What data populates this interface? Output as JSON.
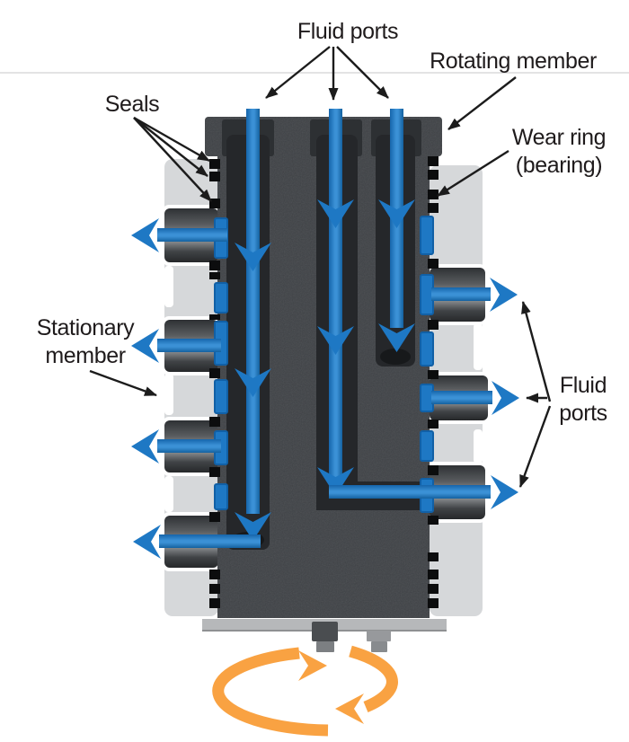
{
  "page": {
    "description": "Cross-section diagram of a rotary union (fluid swivel) with a dark rotating member, gray stationary member, blue fluid-flow arrows and an orange rotation arrow"
  },
  "labels": {
    "fluid_ports_top": "Fluid ports",
    "rotating_member": "Rotating member",
    "seals": "Seals",
    "wear_ring": "Wear ring (bearing)",
    "stationary_member": "Stationary member",
    "fluid_ports_right": "Fluid ports"
  },
  "icons": {
    "rotation_icon": "circular-rotation-arrows",
    "flow_icon": "fluid-flow-arrows"
  },
  "colors": {
    "flow_blue": "#1e78c4",
    "flow_blue_edge": "#1160a6",
    "rotation_orange": "#f9a242",
    "rotating_member_body": "#3f4246",
    "channel_dark": "#25272a",
    "stationary_gray": "#d6d8da",
    "leader_black": "#1c1c1c",
    "divider_gray": "#e3e3e4"
  }
}
